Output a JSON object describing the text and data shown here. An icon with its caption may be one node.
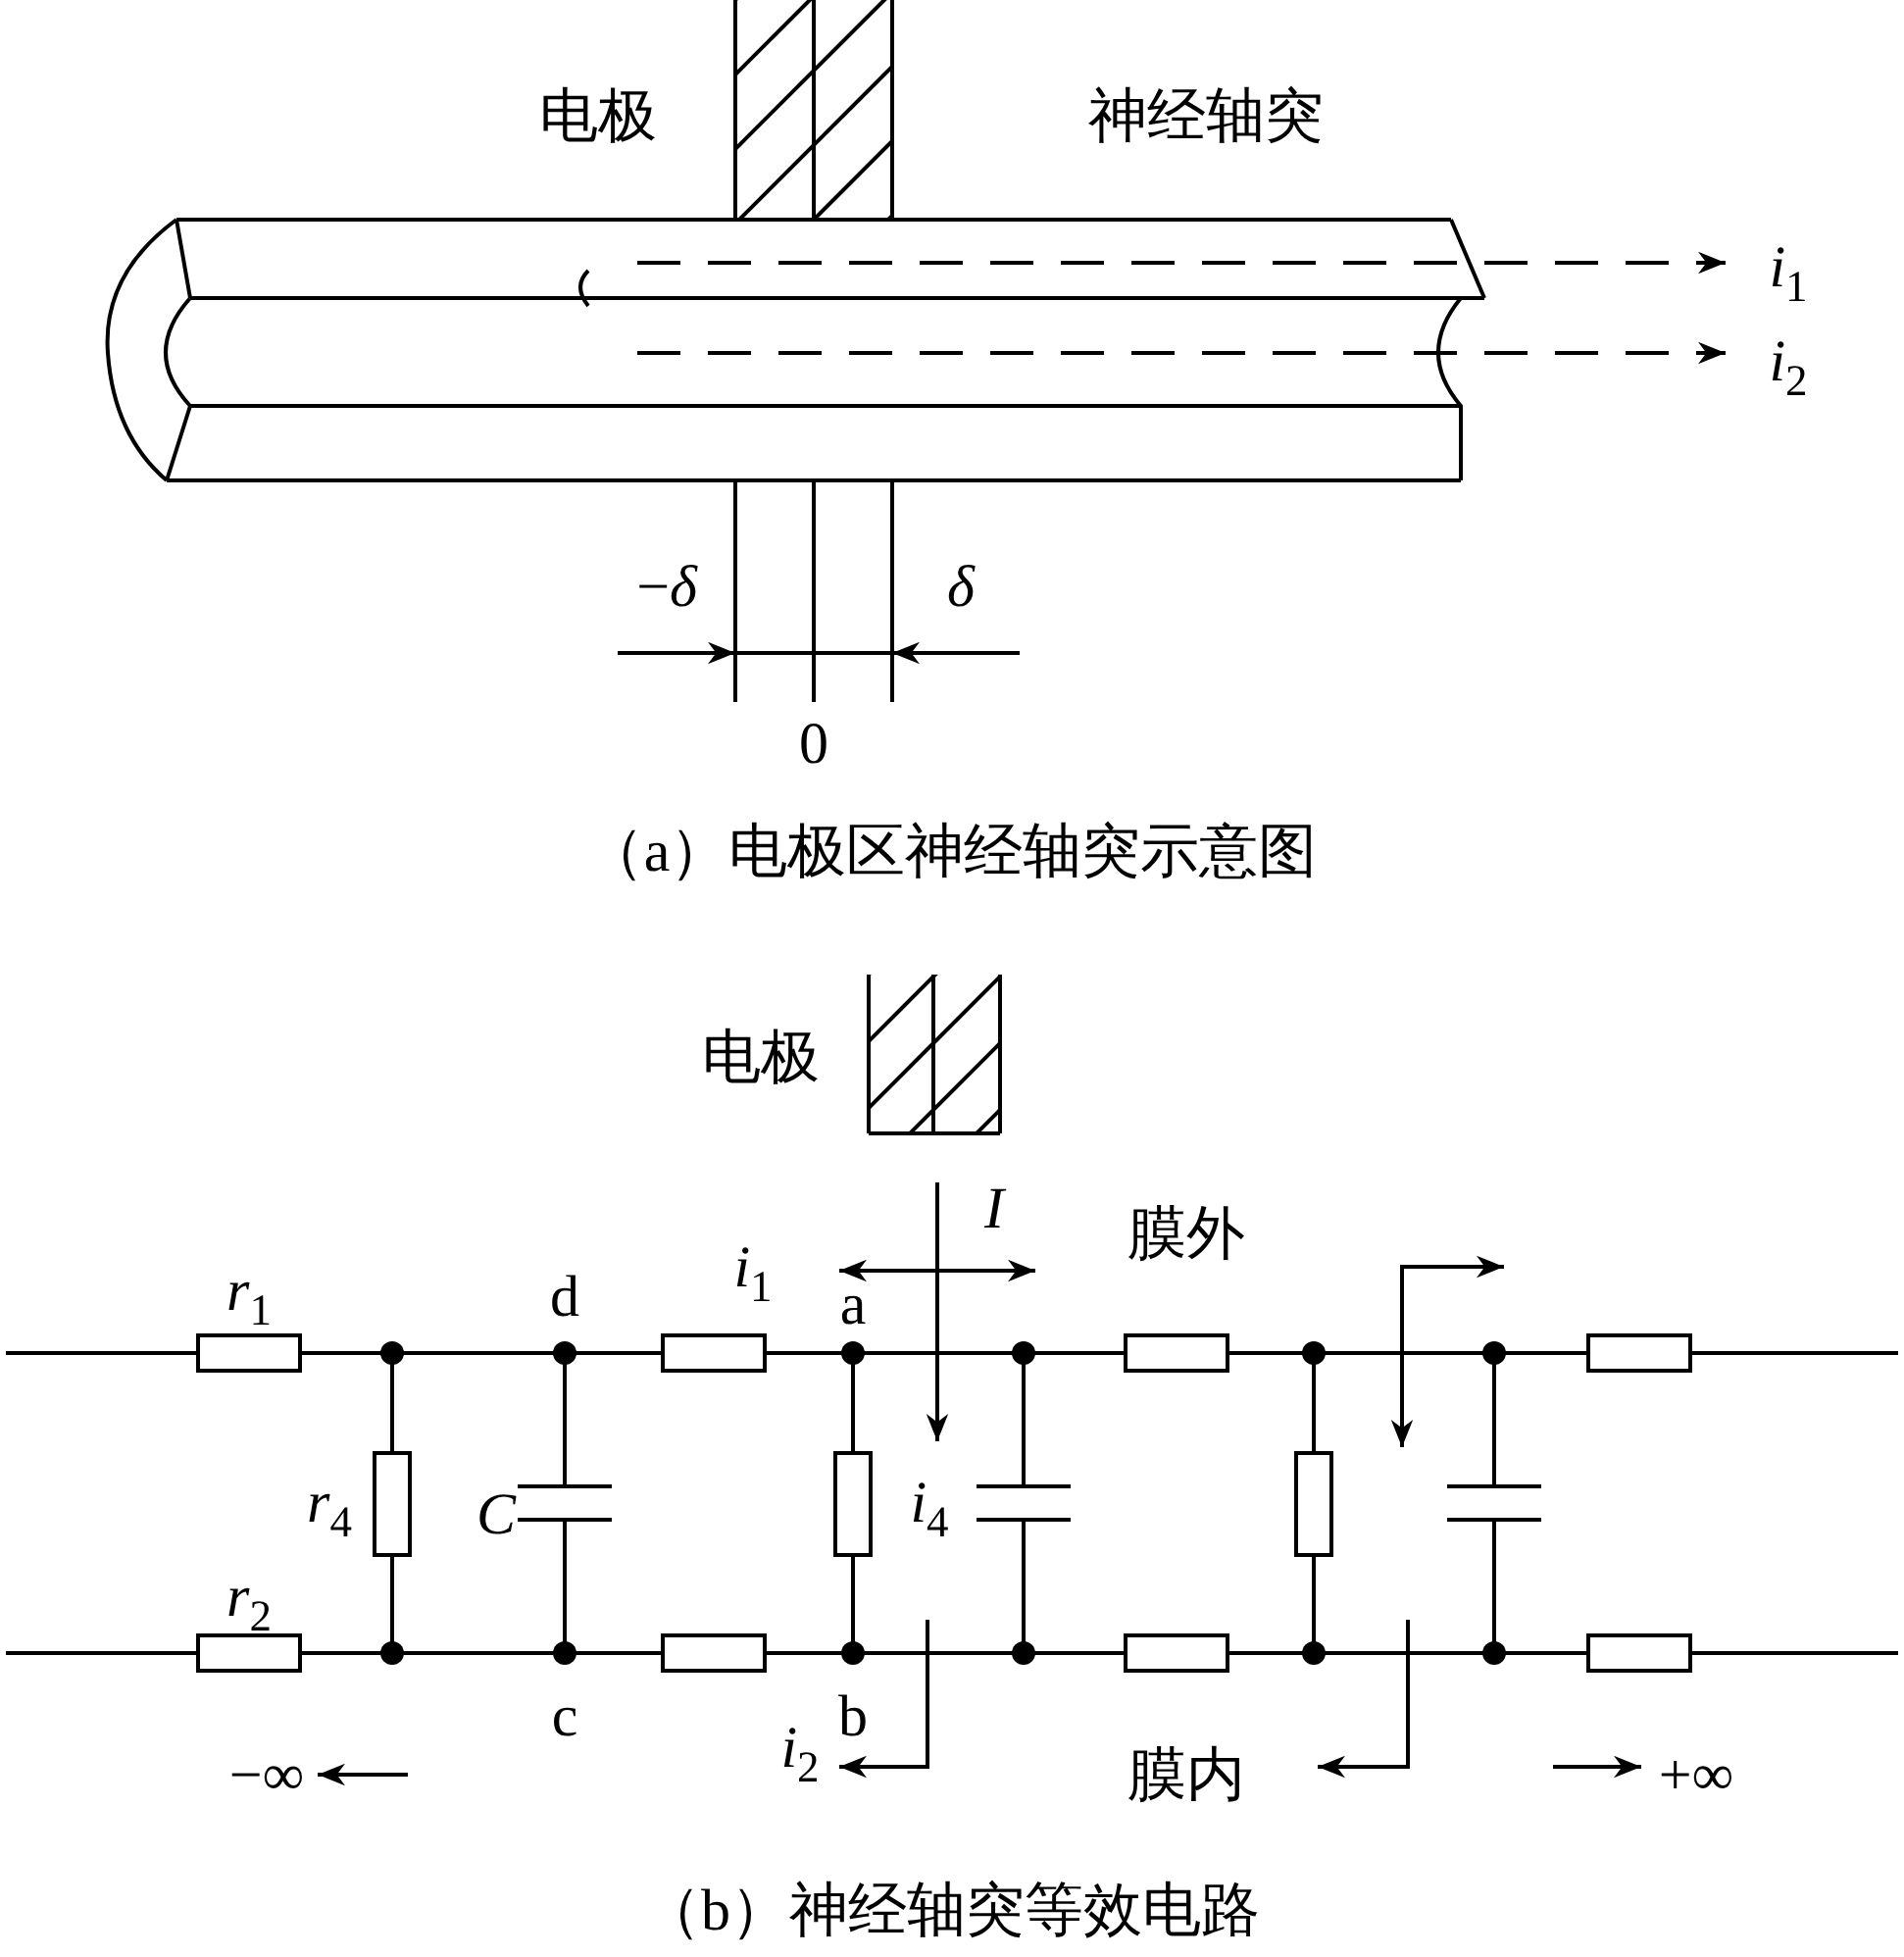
{
  "diagram": {
    "labels": [
      "电极",
      "神经轴突",
      "*i*$_{1}$",
      "*i*$_{2}$",
      "−*δ*",
      "δ",
      "0",
      "（a）电极区神经轴突示意图",
      "电极",
      "I",
      "膜外",
      "*r*$_{1}$",
      "d",
      "*i*$_{1}$",
      "a",
      "*r*$_{4}$",
      "C",
      "*i*$_{4}$",
      "*r*$_{2}$",
      "c",
      "b",
      "*i*$_{2}$",
      "−∞",
      "膜内",
      "+∞",
      "（b）神经轴突等效电路"
    ]
  }
}
